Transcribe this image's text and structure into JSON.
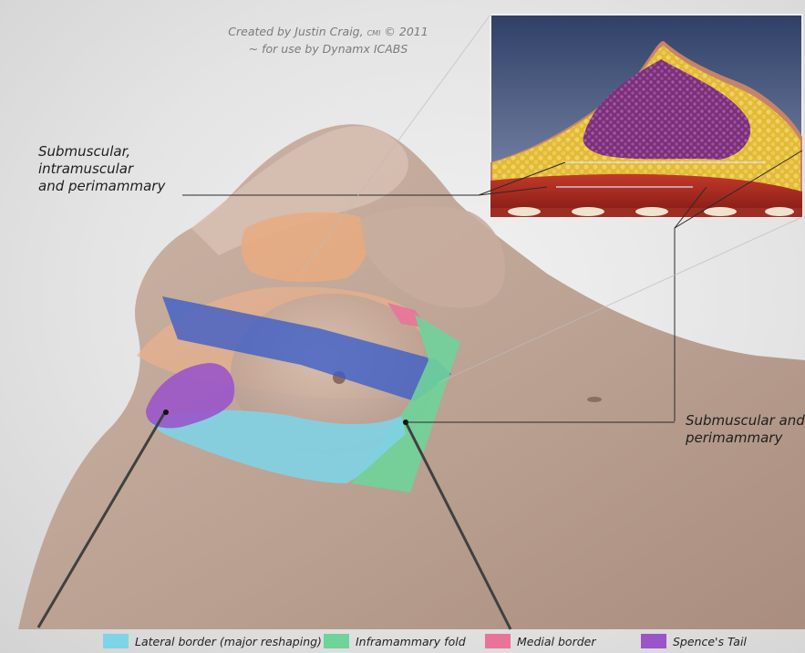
{
  "credit": {
    "line1_prefix": "Created by Justin Craig,",
    "line1_cmi": "CMI",
    "line1_suffix": "© 2011",
    "line2": "~ for use by Dynamx ICABS"
  },
  "callouts": {
    "upper_left": [
      "Submuscular,",
      "intramuscular",
      "and perimammary"
    ],
    "lower_right": [
      "Submuscular and",
      "perimammary"
    ]
  },
  "legend": [
    {
      "label": "Lateral border (major reshaping)",
      "color": "#7fd3e6"
    },
    {
      "label": "Inframammary fold",
      "color": "#6fd39a"
    },
    {
      "label": "Medial border",
      "color": "#e8749a"
    },
    {
      "label": "Spence's Tail",
      "color": "#9a55c9"
    }
  ],
  "colors": {
    "upper_region": "#3a5cc8",
    "skin": "#c9ab9a",
    "muscle": "#e8b08a",
    "fat": "#e6c24a",
    "gland": "#8a3d86"
  }
}
